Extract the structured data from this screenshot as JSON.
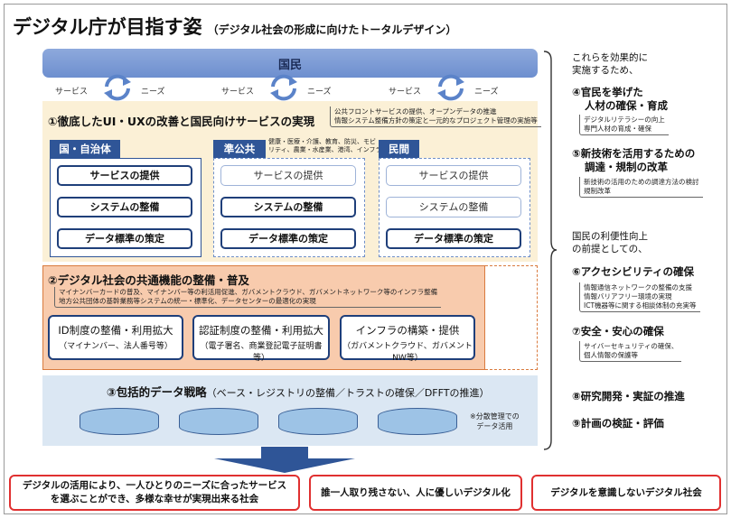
{
  "title": "デジタル庁が目指す姿",
  "subtitle": "（デジタル社会の形成に向けたトータルデザイン）",
  "kokumin": "国民",
  "cycle_labels": [
    {
      "left": "サービス",
      "right": "ニーズ"
    },
    {
      "left": "サービス",
      "right": "ニーズ"
    },
    {
      "left": "サービス",
      "right": "ニーズ"
    }
  ],
  "section1": {
    "title": "①徹底したUI・UXの改善と国民向けサービスの実現",
    "note_lines": [
      "公共フロントサービスの提供、オープンデータの推進",
      "情報システム整備方針の策定と一元的なプロジェクト管理の実施等"
    ],
    "columns": [
      {
        "label": "国・自治体",
        "note": "",
        "items": [
          "サービスの提供",
          "システムの整備",
          "データ標準の策定"
        ]
      },
      {
        "label": "準公共",
        "note_lines": [
          "健康・医療・介護、教育、防災、モビ",
          "リティ、農業・水産業、港湾、インフラ"
        ],
        "items": [
          "サービスの提供",
          "システムの整備",
          "データ標準の策定"
        ]
      },
      {
        "label": "民間",
        "note": "",
        "items": [
          "サービスの提供",
          "システムの整備",
          "データ標準の策定"
        ]
      }
    ]
  },
  "section2": {
    "title": "②デジタル社会の共通機能の整備・普及",
    "note_lines": [
      "マイナンバーカードの普及、マイナンバー等の利活用促進、ガバメントクラウド、ガバメントネットワーク等のインフラ整備",
      "地方公共団体の基幹業務等システムの統一・標準化、データセンターの最適化の実現"
    ],
    "boxes": [
      {
        "main": "ID制度の整備・利用拡大",
        "sub": "（マイナンバー、法人番号等）"
      },
      {
        "main": "認証制度の整備・利用拡大",
        "sub": "（電子署名、商業登記電子証明書等）"
      },
      {
        "main": "インフラの構築・提供",
        "sub": "（ガバメントクラウド、ガバメントNW等）"
      }
    ]
  },
  "section3": {
    "title": "③包括的データ戦略",
    "title_sub": "（ベース・レジストリの整備／トラストの確保／DFFTの推進）",
    "note_lines": [
      "※分散管理での",
      "データ活用"
    ]
  },
  "right": {
    "intro1_lines": [
      "これらを効果的に",
      "実施するため、"
    ],
    "item4_lines": [
      "④官民を挙げた",
      "人材の確保・育成"
    ],
    "item4_note_lines": [
      "デジタルリテラシーの向上",
      "専門人材の育成・確保"
    ],
    "item5_lines": [
      "⑤新技術を活用するための",
      "調達・規制の改革"
    ],
    "item5_note_lines": [
      "新技術の活用のための調達方法の検討",
      "規制改革"
    ],
    "intro2_lines": [
      "国民の利便性向上",
      "の前提としての、"
    ],
    "item6": "⑥アクセシビリティの確保",
    "item6_note_lines": [
      "情報通信ネットワークの整備の支援",
      "情報バリアフリー環境の実現",
      "ICT機器等に関する相談体制の充実等"
    ],
    "item7": "⑦安全・安心の確保",
    "item7_note_lines": [
      "サイバーセキュリティの確保、",
      "個人情報の保護等"
    ],
    "item8": "⑧研究開発・実証の推進",
    "item9": "⑨計画の検証・評価"
  },
  "goals": {
    "g1_lines": [
      "デジタルの活用により、一人ひとりのニーズに合ったサービス",
      "を選ぶことができ、多様な幸せが実現出来る社会"
    ],
    "g2": "誰一人取り残さない、人に優しいデジタル化",
    "g3": "デジタルを意識しないデジタル社会"
  },
  "colors": {
    "navy": "#2f5597",
    "panel1": "#fbf0d6",
    "panel2": "#f8cbad",
    "panel3": "#dbe7f3",
    "goal_border": "#e03030"
  }
}
